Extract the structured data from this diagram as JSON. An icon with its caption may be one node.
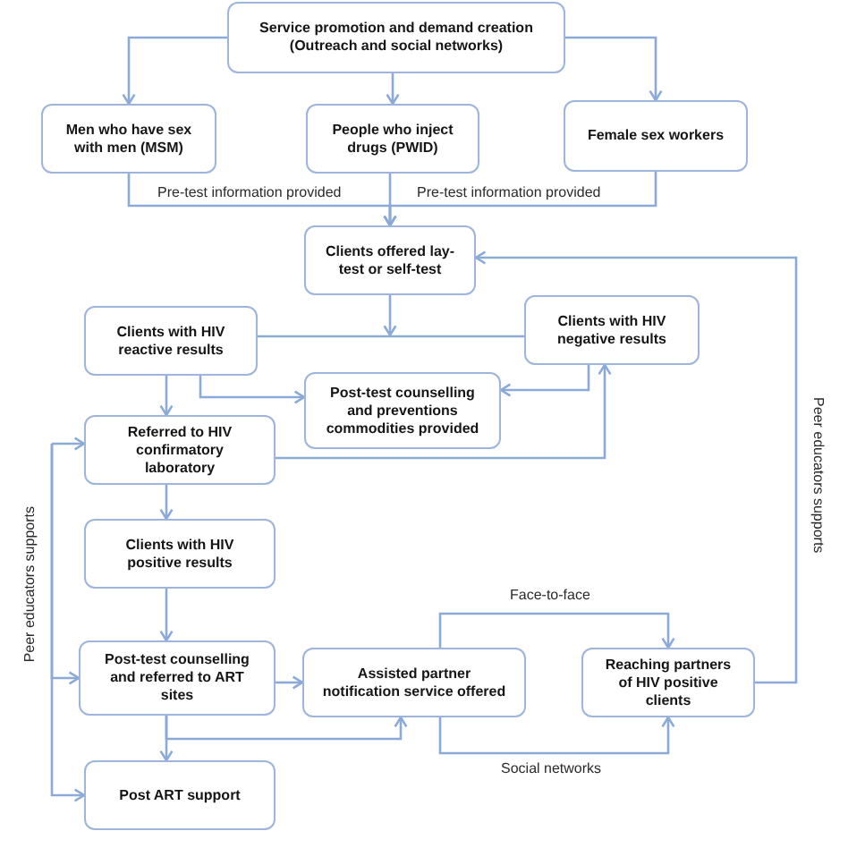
{
  "diagram": {
    "nodes": [
      {
        "text": [
          "Service promotion and demand creation (Outreach and social networks)"
        ]
      },
      {
        "text": [
          "Men who have sex with men (MSM)"
        ]
      },
      {
        "text": [
          "People who inject drugs (PWID)"
        ]
      },
      {
        "text": [
          "Female sex workers"
        ]
      },
      {
        "text": [
          "Clients offered lay-test or self-test"
        ]
      },
      {
        "text": [
          "Clients with HIV reactive results"
        ]
      },
      {
        "text": [
          "Clients with HIV negative results"
        ]
      },
      {
        "text": [
          "Post-test counselling and preventions commodities provided"
        ]
      },
      {
        "text": [
          "Referred to HIV confirmatory laboratory"
        ]
      },
      {
        "text": [
          "Clients with HIV positive results"
        ]
      },
      {
        "text": [
          "Post-test counselling and referred to ART sites"
        ]
      },
      {
        "text": [
          "Assisted partner notification service offered"
        ]
      },
      {
        "text": [
          "Reaching partners of HIV positive clients"
        ]
      },
      {
        "text": [
          "Post ART support"
        ]
      }
    ],
    "edges": [
      {
        "from": 0,
        "to": 1,
        "arrow": "to"
      },
      {
        "from": 0,
        "to": 2,
        "arrow": "to"
      },
      {
        "from": 0,
        "to": 3,
        "arrow": "to"
      },
      {
        "from": 1,
        "to": 4,
        "arrow": "to",
        "label": "Pre-test information provided"
      },
      {
        "from": 2,
        "to": 4,
        "arrow": "to"
      },
      {
        "from": 3,
        "to": 4,
        "arrow": "to",
        "label": "Pre-test information provided"
      },
      {
        "from": 4,
        "to": null,
        "arrow": "to"
      },
      {
        "from": 5,
        "to": 6,
        "arrow": "none"
      },
      {
        "from": 5,
        "to": 7,
        "arrow": "to"
      },
      {
        "from": 6,
        "to": 7,
        "arrow": "to"
      },
      {
        "from": 5,
        "to": 8,
        "arrow": "to"
      },
      {
        "from": 8,
        "to": 6,
        "arrow": "to"
      },
      {
        "from": 8,
        "to": 9,
        "arrow": "to"
      },
      {
        "from": 9,
        "to": 10,
        "arrow": "to"
      },
      {
        "from": 10,
        "to": 11,
        "arrow": "to"
      },
      {
        "from": 10,
        "to": 13,
        "arrow": "to"
      },
      {
        "from": 10,
        "to": 11,
        "arrow": "to"
      },
      {
        "from": 11,
        "to": 12,
        "arrow": "to",
        "label": "Face-to-face"
      },
      {
        "from": 11,
        "to": 12,
        "arrow": "to",
        "label": "Social networks"
      },
      {
        "from": 12,
        "to": 4,
        "arrow": "to",
        "label": "Peer educators supports"
      },
      {
        "from": null,
        "to": 8,
        "arrow": "to"
      },
      {
        "from": null,
        "to": 10,
        "arrow": "to",
        "label": "Peer educators supports"
      },
      {
        "from": null,
        "to": 13,
        "arrow": "to"
      }
    ]
  }
}
